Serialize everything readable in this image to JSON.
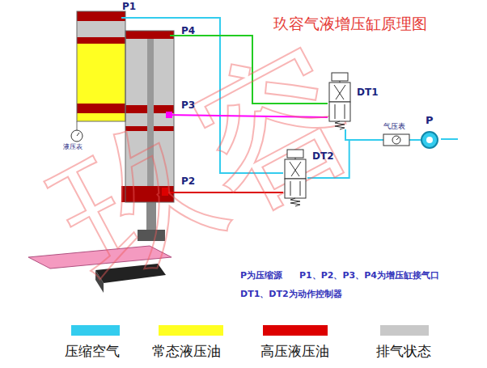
{
  "diagram": {
    "title": "玖容气液增压缸原理图",
    "nodes": [
      {
        "text": [
          "DT1"
        ]
      },
      {
        "text": [
          "P"
        ]
      },
      {
        "text": [
          "气压表"
        ]
      },
      {
        "text": [
          "液压表"
        ]
      },
      {
        "text": [
          "DT2"
        ]
      }
    ],
    "edges": [
      {
        "from": 1,
        "to": 2,
        "arrow": "none"
      },
      {
        "from": 2,
        "to": 0,
        "arrow": "none"
      },
      {
        "from": 2,
        "to": 4,
        "arrow": "none"
      }
    ],
    "labels": [
      "P1",
      "P4",
      "P3",
      "P2",
      "P为压缩源",
      "P1、P2、P3、P4为增压缸接气口",
      "DT1、DT2为动作控制器",
      "玖容"
    ],
    "legend": [
      {
        "text": "压缩空气",
        "color": "#33ccee"
      },
      {
        "text": "常态液压油",
        "color": "#ffff22"
      },
      {
        "text": "高压液压油",
        "color": "#dd0000"
      },
      {
        "text": "排气状态",
        "color": "#c8c8c8"
      }
    ]
  }
}
